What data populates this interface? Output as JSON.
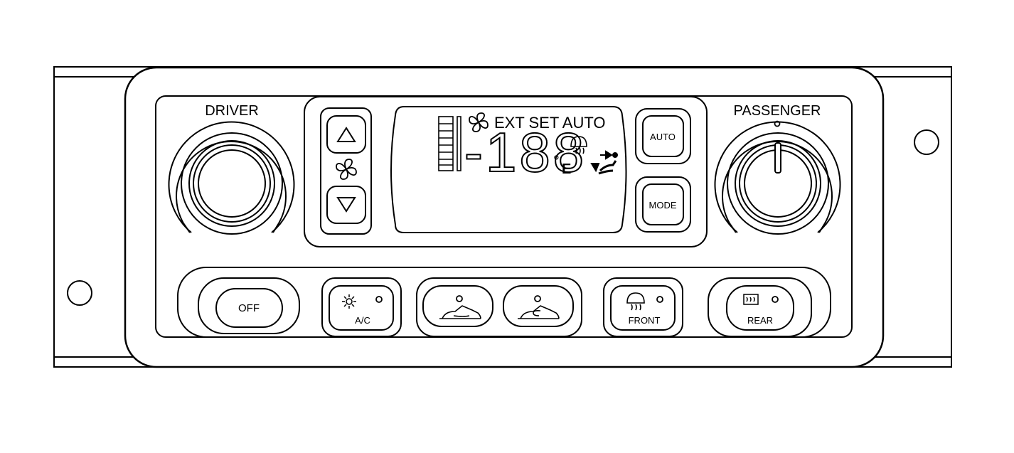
{
  "labels": {
    "driver": "DRIVER",
    "passenger": "PASSENGER"
  },
  "display": {
    "indicators": "EXT SET AUTO",
    "temperature_digits": "-188",
    "degree_symbol": "°",
    "unit": "E"
  },
  "buttons": {
    "auto": "AUTO",
    "mode": "MODE",
    "off": "OFF",
    "ac": "A/C",
    "front": "FRONT",
    "rear": "REAR"
  },
  "icons": {
    "fan": "fan-icon",
    "up": "triangle-up-icon",
    "down": "triangle-down-icon",
    "snowflake": "sun-icon",
    "defrost": "defrost-icon",
    "rear_defrost": "rear-defrost-icon",
    "airflow": "airflow-icon",
    "recirc": "recirculation-icon",
    "fresh_air": "fresh-air-icon"
  },
  "colors": {
    "ink": "#000000",
    "background": "#ffffff"
  }
}
